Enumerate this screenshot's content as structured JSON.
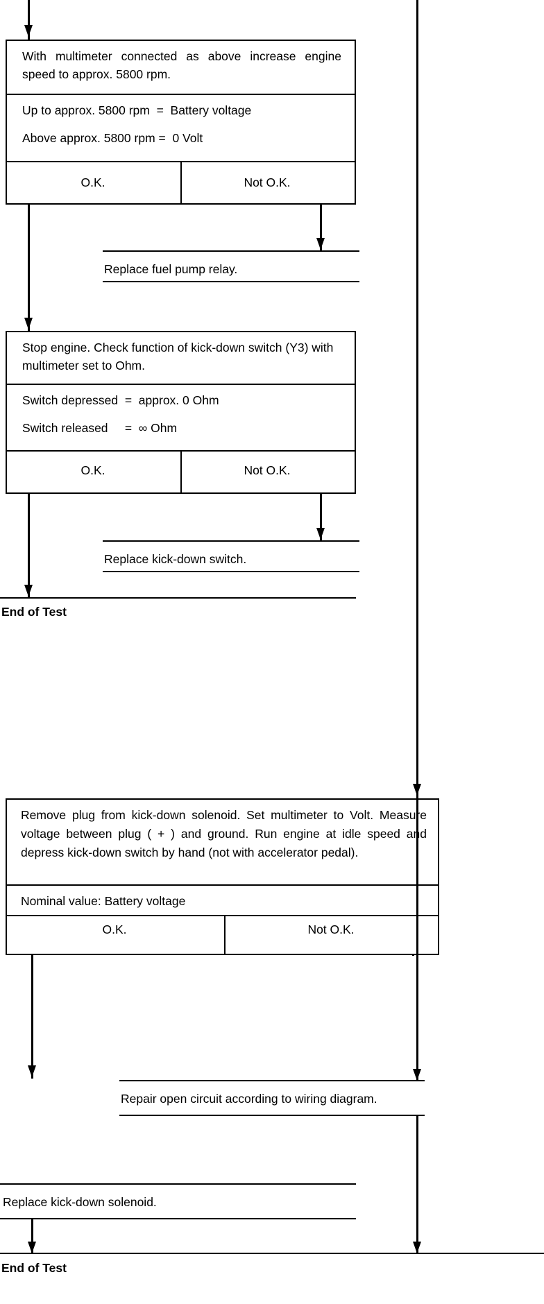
{
  "document": {
    "type": "troubleshooting-flowchart",
    "title": "Kick-down switch / kick-down solenoid test flowchart"
  },
  "blocks": {
    "test1": {
      "instruction": "With multimeter connected as above increase engine speed to approx. 5800 rpm.",
      "spec1": "Up to approx. 5800 rpm  =  Battery voltage",
      "spec2": "Above approx. 5800 rpm =  0 Volt",
      "ok": "O.K.",
      "not_ok": "Not O.K."
    },
    "action1": {
      "text": "Replace fuel pump relay."
    },
    "test2": {
      "instruction": "Stop engine. Check function of kick-down switch (Y3) with multimeter set to Ohm.",
      "spec1": "Switch depressed  =  approx. 0 Ohm",
      "spec2": "Switch released     =  ∞ Ohm",
      "ok": "O.K.",
      "not_ok": "Not O.K."
    },
    "action2": {
      "text": "Replace kick-down switch."
    },
    "end1": {
      "text": "End of Test"
    },
    "test3": {
      "instruction": "Remove plug from kick-down solenoid. Set multimeter to Volt. Measure voltage between plug ( + ) and ground. Run engine at idle speed and depress kick-down switch by hand (not with accelerator pedal).",
      "nominal": "Nominal value: Battery voltage",
      "ok": "O.K.",
      "not_ok": "Not O.K."
    },
    "action3": {
      "text": "Repair open circuit according to wiring diagram."
    },
    "action4": {
      "text": "Replace kick-down solenoid."
    },
    "end2": {
      "text": "End of Test"
    }
  },
  "colors": {
    "ink": "#000000",
    "paper": "#ffffff"
  }
}
